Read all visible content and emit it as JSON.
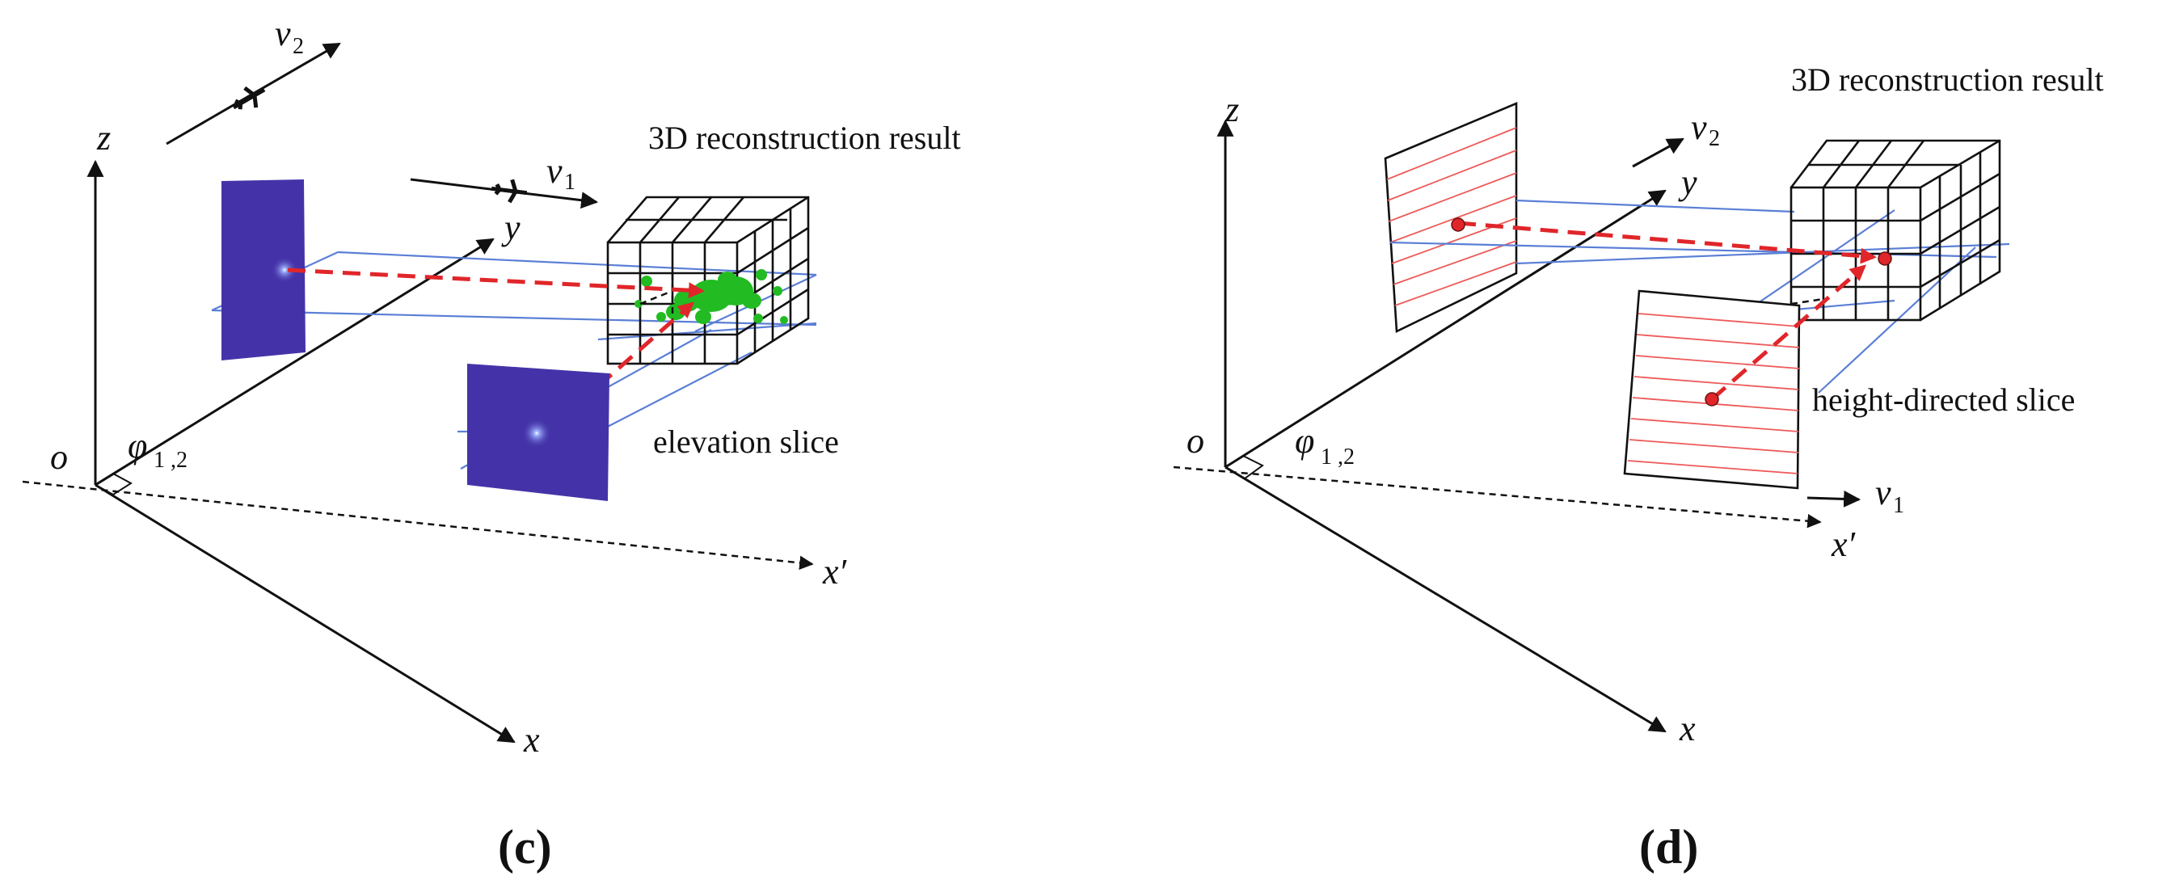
{
  "panel_c": {
    "axis_z": "z",
    "axis_y": "y",
    "axis_x": "x",
    "axis_xp": "x′",
    "origin": "o",
    "phi": "φ",
    "phi_sub": "1 ,2",
    "v1": "v",
    "v1_sub": "1",
    "v2": "v",
    "v2_sub": "2",
    "recon_label": "3D reconstruction result",
    "slice_label": "elevation slice",
    "caption": "(c)"
  },
  "panel_d": {
    "axis_z": "z",
    "axis_y": "y",
    "axis_x": "x",
    "axis_xp": "x′",
    "origin": "o",
    "phi": "φ",
    "phi_sub": "1 ,2",
    "v1": "v",
    "v1_sub": "1",
    "v2": "v",
    "v2_sub": "2",
    "recon_label": "3D reconstruction result",
    "slice_label": "height-directed slice",
    "caption": "(d)"
  },
  "colors": {
    "slice_fill": "#4433a8",
    "scatter": "#22bb22",
    "target_red": "#e0262a",
    "grid_blue": "#5b7fd6"
  },
  "icons": [
    "airplane-icon"
  ]
}
